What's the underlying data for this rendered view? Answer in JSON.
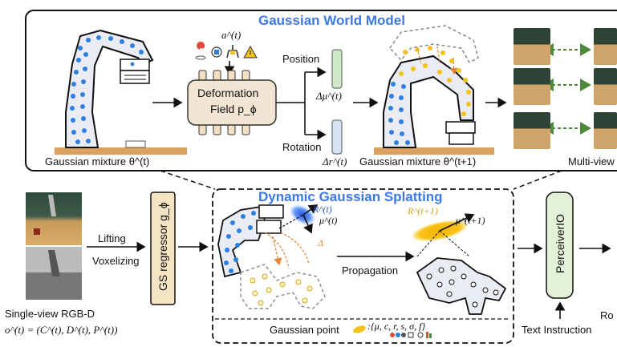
{
  "world_model": {
    "title": "Gaussian World Model",
    "action_label": "a^(t)",
    "deformation_line1": "Deformation",
    "deformation_line2": "Field p_ϕ",
    "position_label": "Position",
    "delta_mu_label": "Δμ^(t)",
    "rotation_label": "Rotation",
    "delta_r_label": "Δr^(t)",
    "mixture_t_label": "Gaussian mixture θ^(t)",
    "mixture_t1_label": "Gaussian mixture θ^(t+1)",
    "multiview_label": "Multi-view"
  },
  "left_input": {
    "lifting_label": "Lifting",
    "voxelizing_label": "Voxelizing",
    "rgbd_label": "Single-view RGB-D",
    "obs_label": "o^(t) = (C^(t), D^(t), P^(t))"
  },
  "regressor": {
    "label": "GS regressor g_ϕ"
  },
  "splatting": {
    "title": "Dynamic Gaussian Splatting",
    "r_t_label": "R^(t)",
    "mu_t_label": "μ^(t)",
    "delta_label": "Δ",
    "r_t1_label": "R^(t+1)",
    "mu_t1_label": "μ^(t+1)",
    "propagation_label": "Propagation",
    "gaussian_point_label": "Gaussian point",
    "gaussian_params_label": ":{μ, c, r, s, σ, f}"
  },
  "perceiver": {
    "label": "PerceiverIO",
    "text_instruction_label": "Text Instruction",
    "ro_label": "Ro"
  },
  "colors": {
    "blue_dot": "#2f7fe0",
    "yellow_dot": "#f5c21a",
    "title_blue": "#3c78e6",
    "wood": "#d9a35f",
    "position_bar": "#cfe8c8",
    "rotation_bar": "#d6e4f4",
    "gs_regressor_fill": "#f4e4c4",
    "perceiver_fill": "#e3f1d9",
    "dashed_green": "#4f8a3c",
    "orange_arrow": "#e6863a"
  }
}
